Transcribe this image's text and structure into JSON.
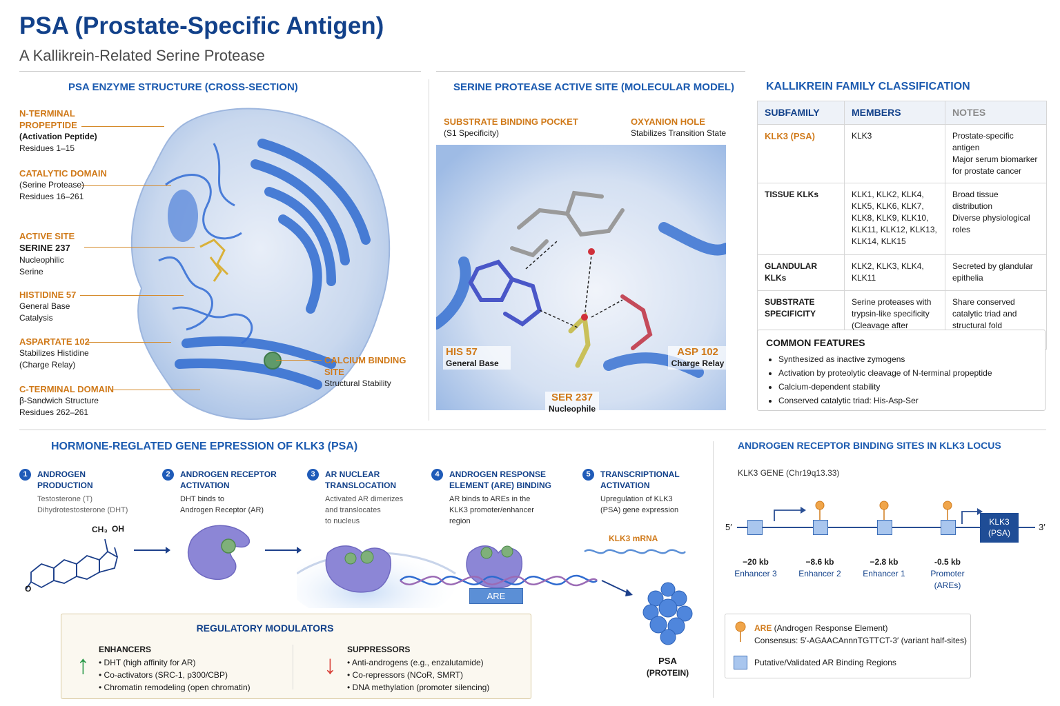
{
  "header": {
    "title": "PSA (Prostate-Specific Antigen)",
    "subtitle": "A Kallikrein-Related Serine Protease"
  },
  "structure": {
    "heading": "PSA ENZYME STRUCTURE (CROSS-SECTION)",
    "labels": [
      {
        "title": "N-TERMINAL PROPEPTIDE",
        "bold_line": "(Activation Peptide)",
        "line": "Residues 1–15"
      },
      {
        "title": "CATALYTIC DOMAIN",
        "line1": "(Serine Protease)",
        "line2": "Residues 16–261"
      },
      {
        "title": "ACTIVE SITE",
        "bold_line": "SERINE 237",
        "line1": "Nucleophilic",
        "line2": "Serine"
      },
      {
        "title": "HISTIDINE 57",
        "line1": "General Base",
        "line2": "Catalysis"
      },
      {
        "title": "ASPARTATE 102",
        "line1": "Stabilizes Histidine",
        "line2": "(Charge Relay)"
      },
      {
        "title": "C-TERMINAL DOMAIN",
        "line1": "β-Sandwich Structure",
        "line2": "Residues 262–261"
      }
    ],
    "calcium": {
      "title": "CALCIUM BINDING SITE",
      "line": "Structural Stability"
    }
  },
  "active_site": {
    "heading": "SERINE PROTEASE ACTIVE SITE (MOLECULAR MODEL)",
    "pocket": {
      "title": "SUBSTRATE BINDING POCKET",
      "line": "(S1 Specificity)"
    },
    "oxyanion": {
      "title": "OXYANION HOLE",
      "line": "Stabilizes Transition State"
    },
    "his": {
      "title": "HIS 57",
      "line": "General Base"
    },
    "asp": {
      "title": "ASP 102",
      "line": "Charge Relay"
    },
    "ser": {
      "title": "SER 237",
      "line": "Nucleophile"
    }
  },
  "family": {
    "heading": "KALLIKREIN FAMILY CLASSIFICATION",
    "columns": [
      "SUBFAMILY",
      "MEMBERS",
      "NOTES"
    ],
    "rows": [
      {
        "subfamily": "KLK3 (PSA)",
        "members": [
          "KLK3"
        ],
        "notes": [
          "Prostate-specific antigen",
          "Major serum biomarker",
          "for prostate cancer"
        ]
      },
      {
        "subfamily": "TISSUE KLKs",
        "members": [
          "KLK1, KLK2, KLK4,",
          "KLK5, KLK6, KLK7,",
          "KLK8, KLK9, KLK10,",
          "KLK11, KLK12, KLK13,",
          "KLK14, KLK15"
        ],
        "notes": [
          "Broad tissue distribution",
          "Diverse physiological",
          "roles"
        ]
      },
      {
        "subfamily": "GLANDULAR KLKs",
        "members": [
          "KLK2, KLK3, KLK4,",
          "KLK11"
        ],
        "notes": [
          "Secreted by glandular",
          "epithelia"
        ]
      },
      {
        "subfamily": "SUBSTRATE SPECIFICITY",
        "members": [
          "Serine proteases with",
          "trypsin-like specificity",
          "(Cleavage after Lys/Arg)"
        ],
        "notes": [
          "Share conserved",
          "catalytic triad and",
          "structural fold"
        ]
      }
    ],
    "features_heading": "COMMON FEATURES",
    "features": [
      "Synthesized as inactive zymogens",
      "Activation by proteolytic cleavage of N-terminal propeptide",
      "Calcium-dependent stability",
      "Conserved catalytic triad: His-Asp-Ser"
    ]
  },
  "expression": {
    "heading": "HORMONE-REGLATED GENE EPRESSION OF KLK3 (PSA)",
    "steps": [
      {
        "num": "1",
        "title": [
          "ANDROGEN",
          "PRODUCTION"
        ],
        "desc": [
          "Testosterone (T)",
          "Dihydrotestosterone (DHT)"
        ]
      },
      {
        "num": "2",
        "title": [
          "ANDROGEN RECEPTOR",
          "ACTIVATION"
        ],
        "desc": [
          "DHT binds to",
          "Androgen Receptor (AR)"
        ]
      },
      {
        "num": "3",
        "title": [
          "AR NUCLEAR",
          "TRANSLOCATION"
        ],
        "desc": [
          "Activated AR dimerizes",
          "and translocates",
          "to nucleus"
        ]
      },
      {
        "num": "4",
        "title": [
          "ANDROGEN RESPONSE",
          "ELEMENT (ARE) BINDING"
        ],
        "desc": [
          "AR binds to AREs in the",
          "KLK3 promoter/enhancer",
          "region"
        ]
      },
      {
        "num": "5",
        "title": [
          "TRANSCRIPTIONAL",
          "ACTIVATION"
        ],
        "desc": [
          "Upregulation of KLK3",
          "(PSA) gene expression"
        ]
      }
    ],
    "molecule_labels": {
      "ch3": "CH₃",
      "oh": "OH",
      "o": "O"
    },
    "are_label": "ARE",
    "mrna_label": "KLK3 mRNA",
    "protein_label": [
      "PSA",
      "(PROTEIN)"
    ],
    "modulators": {
      "heading": "REGULATORY MODULATORS",
      "enhancers_heading": "ENHANCERS",
      "enhancers": [
        "DHT (high affinity for AR)",
        "Co-activators (SRC-1, p300/CBP)",
        "Chromatin remodeling (open chromatin)"
      ],
      "suppressors_heading": "SUPPRESSORS",
      "suppressors": [
        "Anti-androgens (e.g., enzalutamide)",
        "Co-repressors (NCoR, SMRT)",
        "DNA methylation (promoter silencing)"
      ],
      "up_arrow": "↑",
      "down_arrow": "↓"
    }
  },
  "locus": {
    "heading": "ANDROGEN RECEPTOR BINDING SITES IN KLK3 LOCUS",
    "gene_label": "KLK3 GENE (Chr19q13.33)",
    "five_prime": "5′",
    "three_prime": "3′",
    "gene_box": [
      "KLK3",
      "(PSA)"
    ],
    "sites": [
      {
        "kb": "−20 kb",
        "name": [
          "Enhancer 3"
        ]
      },
      {
        "kb": "−8.6 kb",
        "name": [
          "Enhancer 2"
        ]
      },
      {
        "kb": "−2.8 kb",
        "name": [
          "Enhancer 1"
        ]
      },
      {
        "kb": "-0.5 kb",
        "name": [
          "Promoter",
          "(AREs)"
        ]
      }
    ],
    "legend": {
      "are_title": "ARE",
      "are_desc": " (Androgen Response Element)",
      "consensus": "Consensus: 5′-AGAACAnnnTGTTCT-3′ (variant half-sites)",
      "region": "Putative/Validated AR Binding Regions"
    }
  }
}
